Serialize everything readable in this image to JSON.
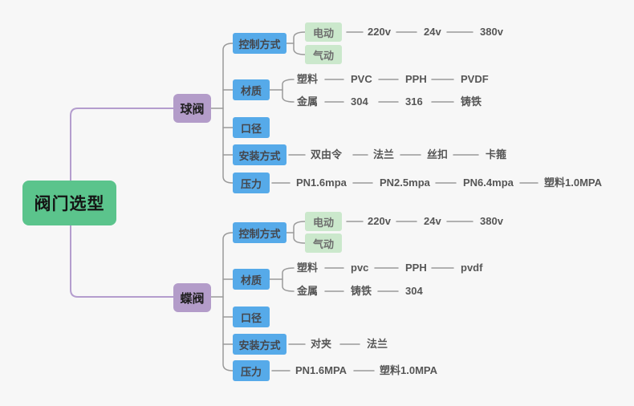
{
  "title": "阀门选型",
  "colors": {
    "background": "#f7f7f7",
    "root_bg": "#5bc48c",
    "branch_bg": "#b39cc9",
    "category_bg": "#56aae9",
    "sub_bg": "#cbe8cc",
    "root_link": "#b49dce",
    "link": "#9a9a9a"
  },
  "branches": [
    {
      "label": "球阀",
      "categories": [
        {
          "label": "控制方式",
          "children": [
            {
              "label": "电动",
              "chain": [
                "220v",
                "24v",
                "380v"
              ]
            },
            {
              "label": "气动",
              "chain": []
            }
          ]
        },
        {
          "label": "材质",
          "children": [
            {
              "label": "塑料",
              "chain": [
                "PVC",
                "PPH",
                "PVDF"
              ]
            },
            {
              "label": "金属",
              "chain": [
                "304",
                "316",
                "铸铁"
              ]
            }
          ]
        },
        {
          "label": "口径"
        },
        {
          "label": "安装方式",
          "chain": [
            "双由令",
            "法兰",
            "丝扣",
            "卡箍"
          ]
        },
        {
          "label": "压力",
          "chain": [
            "PN1.6mpa",
            "PN2.5mpa",
            "PN6.4mpa",
            "塑料1.0MPA"
          ]
        }
      ]
    },
    {
      "label": "蝶阀",
      "categories": [
        {
          "label": "控制方式",
          "children": [
            {
              "label": "电动",
              "chain": [
                "220v",
                "24v",
                "380v"
              ]
            },
            {
              "label": "气动",
              "chain": []
            }
          ]
        },
        {
          "label": "材质",
          "children": [
            {
              "label": "塑料",
              "chain": [
                "pvc",
                "PPH",
                "pvdf"
              ]
            },
            {
              "label": "金属",
              "chain": [
                "铸铁",
                "304"
              ]
            }
          ]
        },
        {
          "label": "口径"
        },
        {
          "label": "安装方式",
          "chain": [
            "对夹",
            "法兰"
          ]
        },
        {
          "label": "压力",
          "chain": [
            "PN1.6MPA",
            "塑料1.0MPA"
          ]
        }
      ]
    }
  ]
}
